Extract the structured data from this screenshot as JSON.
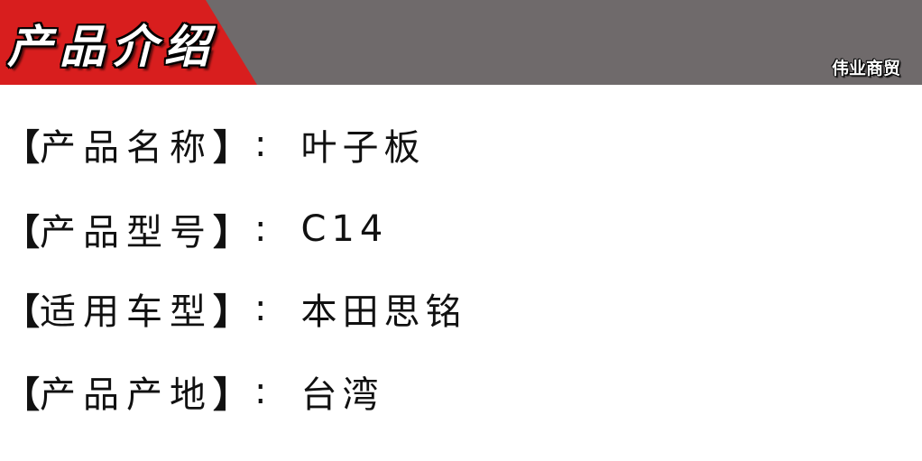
{
  "header": {
    "title": "产品介绍",
    "brand": "伟业商贸"
  },
  "rows": [
    {
      "open": "【",
      "label": "产品名称",
      "close": "】",
      "sep": ":",
      "value": "叶子板"
    },
    {
      "open": "【",
      "label": "产品型号",
      "close": "】",
      "sep": ":",
      "value": "C14"
    },
    {
      "open": "【",
      "label": "适用车型",
      "close": "】",
      "sep": ":",
      "value": "本田思铭"
    },
    {
      "open": "【",
      "label": "产品产地",
      "close": "】",
      "sep": ":",
      "value": "台湾"
    }
  ],
  "colors": {
    "header_gray": "#6f6a6b",
    "header_red": "#d81e1e",
    "text": "#111111"
  }
}
